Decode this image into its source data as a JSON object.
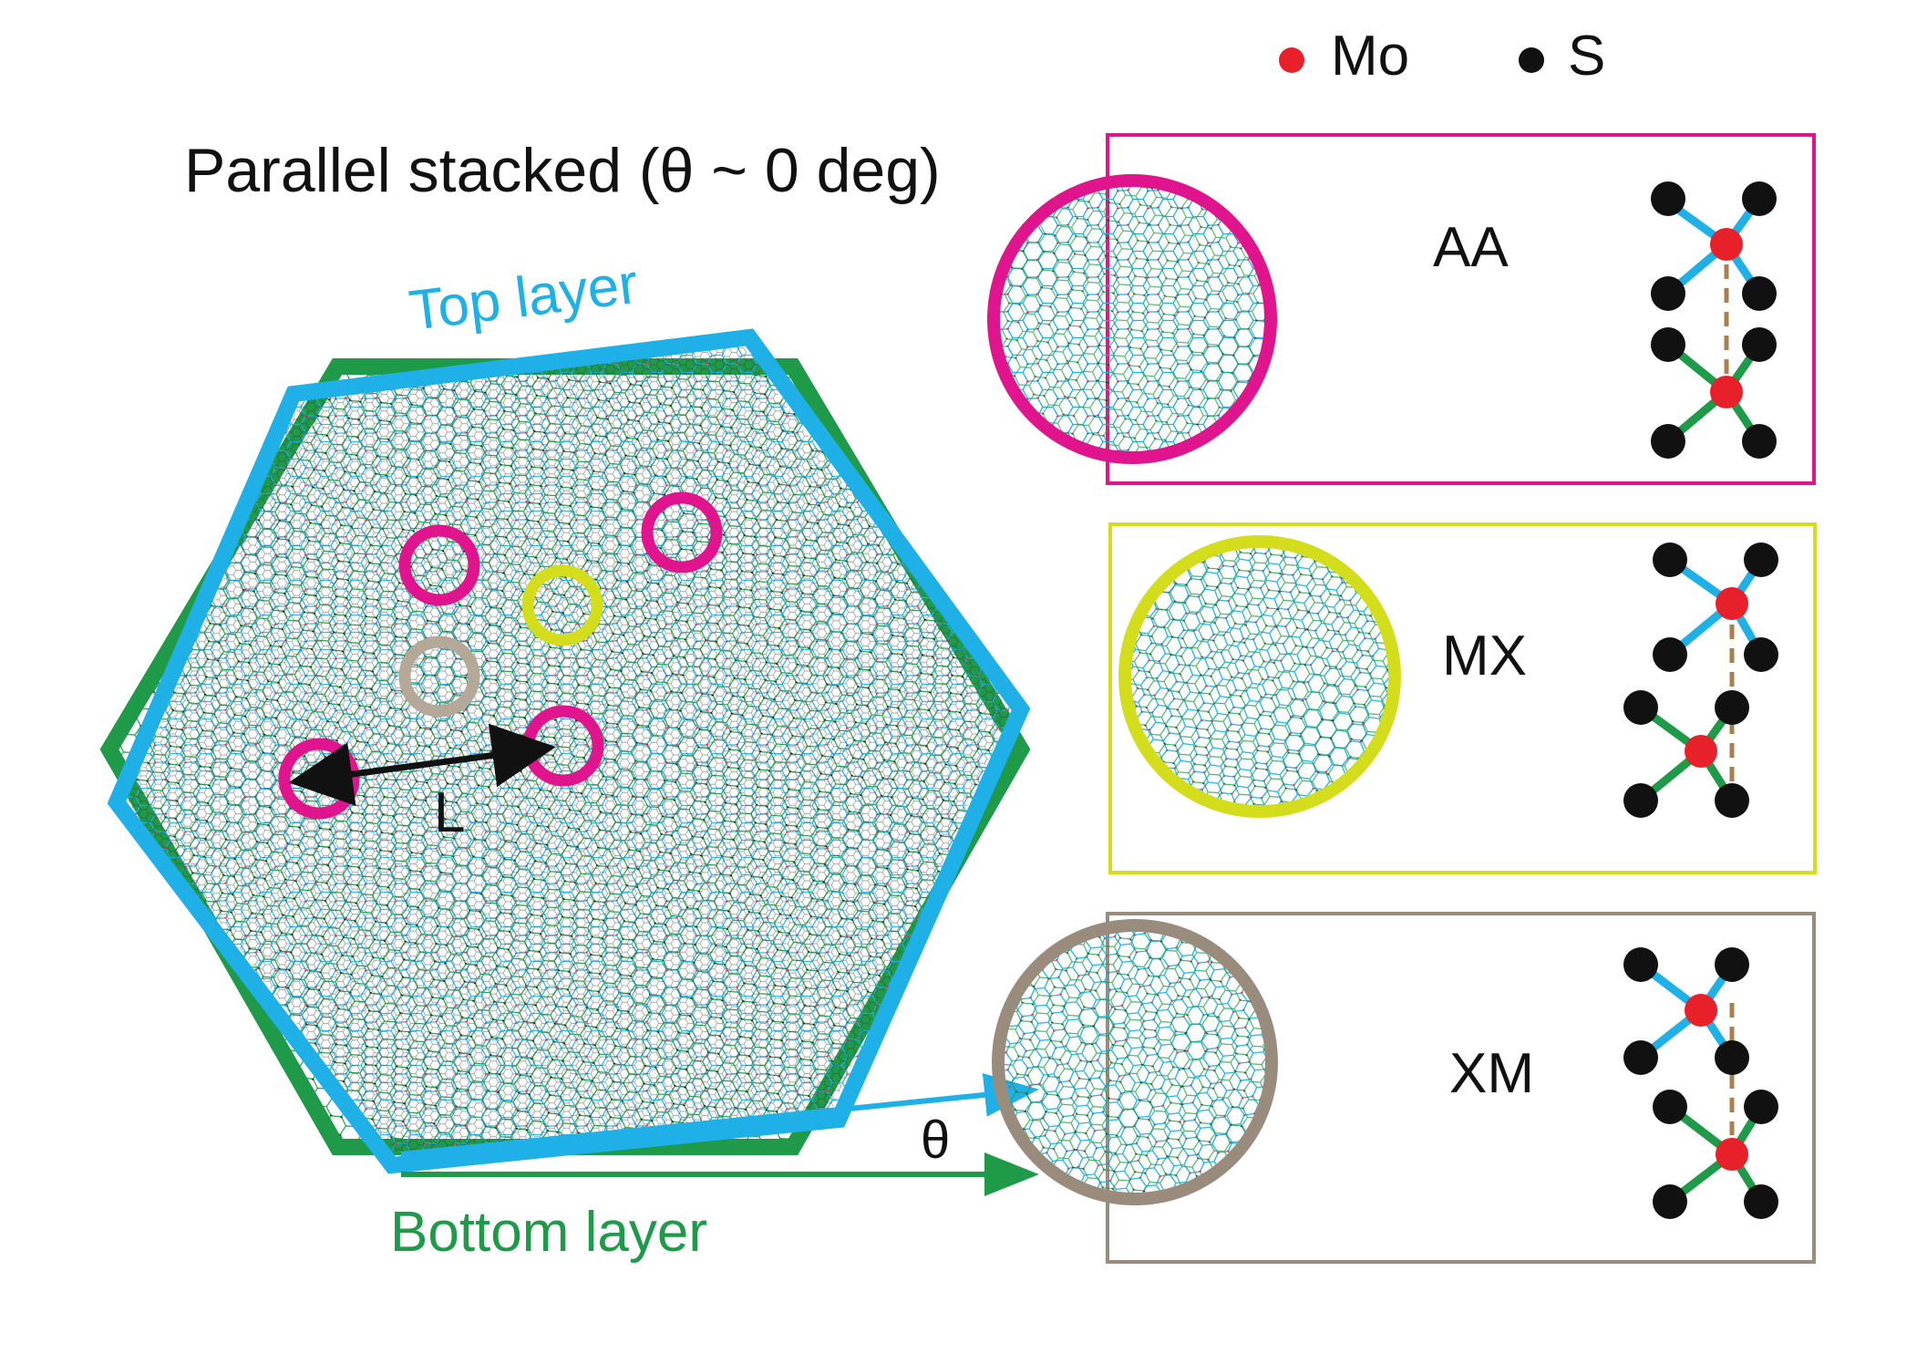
{
  "legend": {
    "items": [
      {
        "label": "Mo",
        "color": "#e8202a"
      },
      {
        "label": "S",
        "color": "#111111"
      }
    ]
  },
  "title": "Parallel stacked (θ ~ 0 deg)",
  "layers": {
    "top": {
      "label": "Top layer",
      "color": "#1fb0e8"
    },
    "bottom": {
      "label": "Bottom layer",
      "color": "#1e9a48"
    }
  },
  "annotations": {
    "moire_period_label": "L",
    "twist_angle_label": "θ"
  },
  "colors": {
    "AA": "#e0148c",
    "MX": "#d3dd1c",
    "XM": "#9a8c7c",
    "interlayer_dash": "#a88050"
  },
  "stacking_panels": [
    {
      "id": "AA",
      "label": "AA"
    },
    {
      "id": "MX",
      "label": "MX"
    },
    {
      "id": "XM",
      "label": "XM"
    }
  ]
}
